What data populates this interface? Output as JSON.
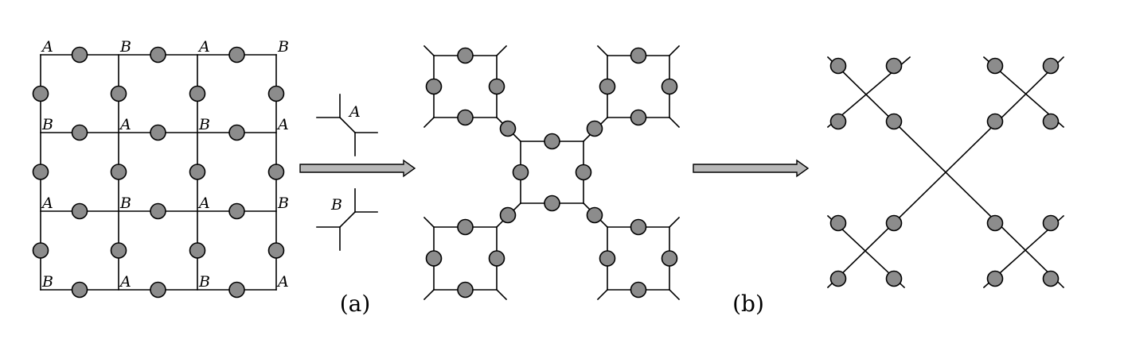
{
  "diagram": {
    "grid_labels": [
      "A",
      "B",
      "A",
      "B",
      "B",
      "A",
      "B",
      "A",
      "A",
      "B",
      "A",
      "B",
      "B",
      "A",
      "B",
      "A"
    ],
    "legend": {
      "a_label": "A",
      "b_label": "B"
    },
    "caption_a": "(a)",
    "caption_b": "(b)",
    "colors": {
      "line": "#000000",
      "node_fill": "#8c8c8c",
      "arrow_fill": "#b8b8b8"
    }
  }
}
